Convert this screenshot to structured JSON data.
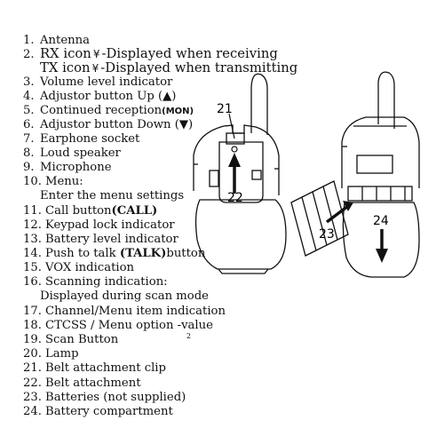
{
  "legend": {
    "items": [
      {
        "num": "1.",
        "text": "Antenna"
      },
      {
        "num": "2.",
        "pre": "RX icon",
        "glyph": "¥",
        "post": "-Displayed when receiving"
      },
      {
        "num": "",
        "pre": "TX icon",
        "glyph": "¥",
        "post": "-Displayed when transmitting"
      },
      {
        "num": "3.",
        "text": "Volume level indicator"
      },
      {
        "num": "4.",
        "pre": "Adjustor button Up (",
        "sym": "▲",
        "post": ")"
      },
      {
        "num": "5.",
        "pre": "Continued reception",
        "sym": "(MON)",
        "post": ""
      },
      {
        "num": "6.",
        "pre": "Adjustor button Down (",
        "sym": "▼",
        "post": ")"
      },
      {
        "num": "7.",
        "text": "Earphone socket"
      },
      {
        "num": "8.",
        "text": "Loud speaker"
      },
      {
        "num": "9.",
        "text": "Microphone"
      },
      {
        "num": "10.",
        "text": "Menu:"
      },
      {
        "num": "",
        "text": "Enter the menu settings"
      },
      {
        "num": "11.",
        "pre": "Call button",
        "sym": "(CALL)",
        "post": ""
      },
      {
        "num": "12.",
        "text": "Keypad lock indicator"
      },
      {
        "num": "13.",
        "text": "Battery level indicator"
      },
      {
        "num": "14.",
        "pre": "Push to talk ",
        "sym": "(TALK)",
        "post": "button"
      },
      {
        "num": "15.",
        "text": "VOX indication"
      },
      {
        "num": "16.",
        "text": "Scanning indication:"
      },
      {
        "num": "",
        "text": "Displayed during scan mode"
      },
      {
        "num": "17.",
        "text": "Channel/Menu item indication"
      },
      {
        "num": "18.",
        "text": "CTCSS / Menu option -value"
      },
      {
        "num": "19.",
        "text": "Scan Button"
      },
      {
        "num": "20.",
        "text": "Lamp"
      },
      {
        "num": "21.",
        "text": "Belt attachment clip"
      },
      {
        "num": "22.",
        "text": "Belt attachment"
      },
      {
        "num": "23.",
        "text": "Batteries (not supplied)"
      },
      {
        "num": "24.",
        "text": "Battery compartment"
      }
    ],
    "stray_mark": "2"
  },
  "callouts": {
    "c21": "21",
    "c22": "22",
    "c23": "23",
    "c24": "24"
  }
}
